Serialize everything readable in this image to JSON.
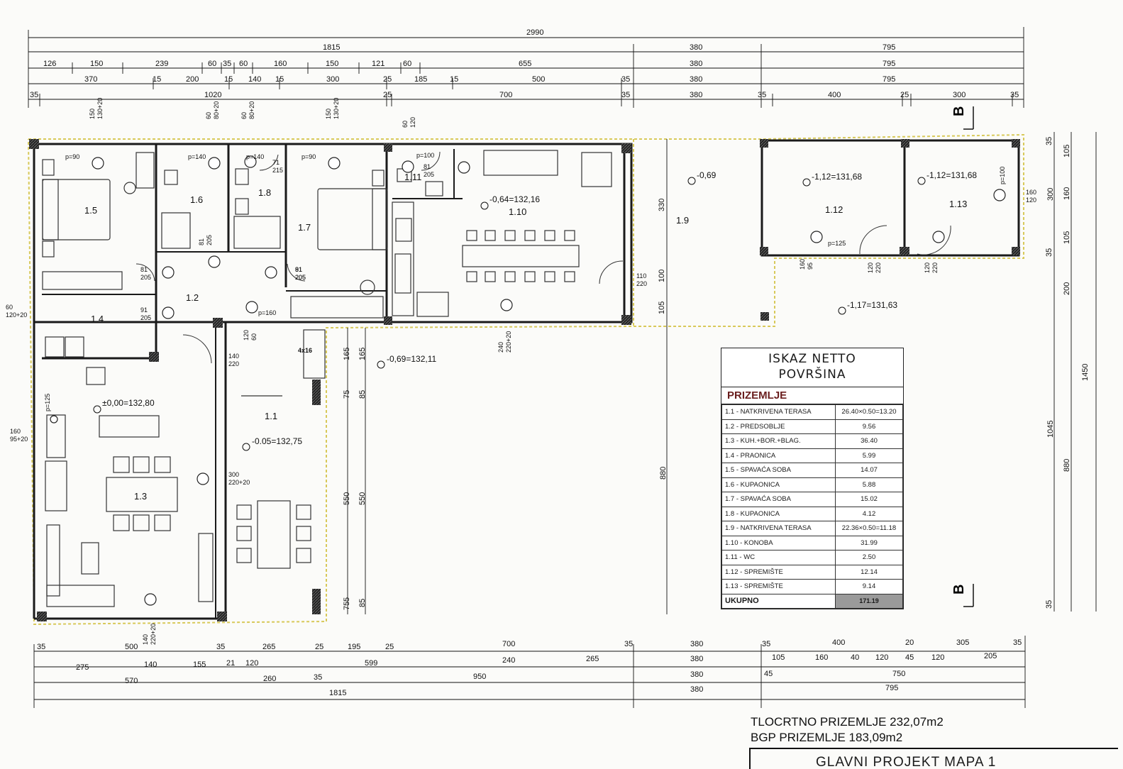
{
  "dims": {
    "top": {
      "overall": "2990",
      "r1": [
        "1815",
        "380",
        "795"
      ],
      "r2": [
        "126",
        "150",
        "239",
        "60",
        "35",
        "60",
        "160",
        "150",
        "121",
        "60",
        "655",
        "380",
        "795"
      ],
      "r3": [
        "370",
        "15",
        "200",
        "15",
        "140",
        "15",
        "300",
        "25",
        "185",
        "15",
        "500",
        "35",
        "380",
        "795"
      ],
      "r4": [
        "35",
        "1020",
        "25",
        "700",
        "35",
        "380",
        "35",
        "400",
        "25",
        "300",
        "35"
      ]
    },
    "bottom": {
      "r1": [
        "35",
        "500",
        "35",
        "265",
        "25",
        "195",
        "25",
        "700",
        "35",
        "380",
        "35",
        "400",
        "20",
        "305",
        "35"
      ],
      "r2": [
        "275",
        "140",
        "155",
        "21",
        "120",
        "599",
        "240",
        "265",
        "380",
        "105",
        "160",
        "40",
        "120",
        "45",
        "120",
        "205"
      ],
      "r3": [
        "570",
        "260",
        "35",
        "950",
        "380",
        "45",
        "750"
      ],
      "r4": [
        "1815",
        "380",
        "795"
      ]
    },
    "right": [
      "35",
      "105",
      "160",
      "300",
      "105",
      "35",
      "200",
      "1045",
      "880",
      "1450",
      "35"
    ],
    "interior": [
      "330",
      "100",
      "105",
      "880",
      "165",
      "165",
      "75",
      "85",
      "550",
      "550",
      "5",
      "75",
      "85"
    ]
  },
  "openings": {
    "windows": [
      "p=90",
      "p=140",
      "p=140",
      "p=90",
      "p=100",
      "p=160",
      "p=125",
      "p=100",
      "p=125"
    ],
    "doors": [
      "150\n130+20",
      "60\n80+20",
      "60\n80+20",
      "150\n130+20",
      "60\n120",
      "71\n215",
      "81\n205",
      "81\n205",
      "81\n205",
      "91\n205",
      "91\n205",
      "120\n60",
      "140\n220",
      "110\n220",
      "240\n220+20",
      "160\n95",
      "120\n220",
      "120\n220",
      "160\n120",
      "60\n120+20",
      "160\n95+20",
      "300\n220+20",
      "140\n220+20",
      "81\n205",
      "4x16"
    ]
  },
  "rooms": [
    "1.1",
    "1.2",
    "1.3",
    "1.4",
    "1.5",
    "1.6",
    "1.7",
    "1.8",
    "1.9",
    "1.10",
    "1.11",
    "1.12",
    "1.13"
  ],
  "levels": [
    "±0,00=132,80",
    "-0.05=132,75",
    "-0,64=132,16",
    "-0,69",
    "-1,12=131,68",
    "-1,12=131,68",
    "-1,17=131,63",
    "-0,69=132,11"
  ],
  "section_marks": [
    "B",
    "B"
  ],
  "table": {
    "title_line1": "ISKAZ NETTO",
    "title_line2": "POVRŠINA",
    "floor": "PRIZEMLJE",
    "rows": [
      {
        "name": "1.1 - NATKRIVENA TERASA",
        "value": "26.40×0.50=13.20"
      },
      {
        "name": "1.2 - PREDSOBLJE",
        "value": "9.56"
      },
      {
        "name": "1.3 - KUH.+BOR.+BLAG.",
        "value": "36.40"
      },
      {
        "name": "1.4 - PRAONICA",
        "value": "5.99"
      },
      {
        "name": "1.5 - SPAVAĆA SOBA",
        "value": "14.07"
      },
      {
        "name": "1.6 - KUPAONICA",
        "value": "5.88"
      },
      {
        "name": "1.7 - SPAVAĆA SOBA",
        "value": "15.02"
      },
      {
        "name": "1.8 - KUPAONICA",
        "value": "4.12"
      },
      {
        "name": "1.9 - NATKRIVENA TERASA",
        "value": "22.36×0.50=11.18"
      },
      {
        "name": "1.10 - KONOBA",
        "value": "31.99"
      },
      {
        "name": "1.11 - WC",
        "value": "2.50"
      },
      {
        "name": "1.12 - SPREMIŠTE",
        "value": "12.14"
      },
      {
        "name": "1.13 - SPREMIŠTE",
        "value": "9.14"
      }
    ],
    "total_label": "UKUPNO",
    "total_value": "171.19"
  },
  "footer": {
    "line1": "TLOCRTNO PRIZEMLJE 232,07m2",
    "line2": "BGP PRIZEMLJE 183,09m2",
    "stamp": "GLAVNI PROJEKT MAPA 1"
  },
  "colors": {
    "wall": "#1a1a1a",
    "boundary": "#d8c95a",
    "total_cell": "#9a9a9a",
    "floor_heading": "#6a1e1e"
  }
}
